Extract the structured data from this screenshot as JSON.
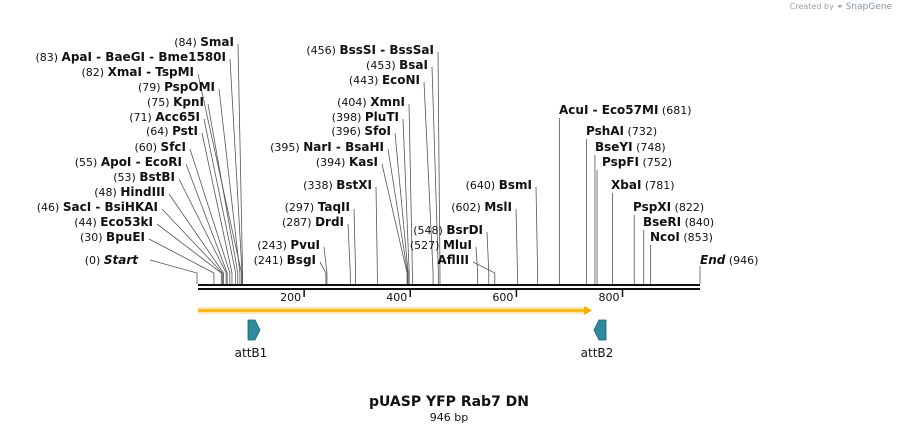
{
  "credit": {
    "prefix": "Created by",
    "brand": "SnapGene"
  },
  "plasmid": {
    "name": "pUASP YFP Rab7 DN",
    "length_label": "946 bp",
    "length": 946
  },
  "ruler_ticks": [
    {
      "pos": 200,
      "label": "200"
    },
    {
      "pos": 400,
      "label": "400"
    },
    {
      "pos": 600,
      "label": "600"
    },
    {
      "pos": 800,
      "label": "800"
    }
  ],
  "ends": [
    {
      "pos": 0,
      "num": "(0)",
      "name": "Start",
      "side": "left"
    },
    {
      "pos": 946,
      "num": "(946)",
      "name": "End",
      "side": "right"
    }
  ],
  "sites": [
    {
      "pos": 30,
      "num": "(30)",
      "name": "BpuEI",
      "side": "left"
    },
    {
      "pos": 44,
      "num": "(44)",
      "name": "Eco53kI",
      "side": "left"
    },
    {
      "pos": 46,
      "num": "(46)",
      "name": "SacI  - BsiHKAI",
      "side": "left"
    },
    {
      "pos": 48,
      "num": "(48)",
      "name": "HindIII",
      "side": "left"
    },
    {
      "pos": 53,
      "num": "(53)",
      "name": "BstBI",
      "side": "left"
    },
    {
      "pos": 55,
      "num": "(55)",
      "name": "ApoI  - EcoRI",
      "side": "left"
    },
    {
      "pos": 60,
      "num": "(60)",
      "name": "SfcI",
      "side": "left"
    },
    {
      "pos": 64,
      "num": "(64)",
      "name": "PstI",
      "side": "left"
    },
    {
      "pos": 71,
      "num": "(71)",
      "name": "Acc65I",
      "side": "left"
    },
    {
      "pos": 75,
      "num": "(75)",
      "name": "KpnI",
      "side": "left"
    },
    {
      "pos": 79,
      "num": "(79)",
      "name": "PspOMI",
      "side": "left"
    },
    {
      "pos": 82,
      "num": "(82)",
      "name": "XmaI  - TspMI",
      "side": "left"
    },
    {
      "pos": 83,
      "num": "(83)",
      "name": "ApaI  - BaeGI  - Bme1580I",
      "side": "left"
    },
    {
      "pos": 84,
      "num": "(84)",
      "name": "SmaI",
      "side": "left"
    },
    {
      "pos": 241,
      "num": "(241)",
      "name": "BsgI",
      "side": "left"
    },
    {
      "pos": 243,
      "num": "(243)",
      "name": "PvuI",
      "side": "left"
    },
    {
      "pos": 287,
      "num": "(287)",
      "name": "DrdI",
      "side": "left"
    },
    {
      "pos": 297,
      "num": "(297)",
      "name": "TaqII",
      "side": "left"
    },
    {
      "pos": 338,
      "num": "(338)",
      "name": "BstXI",
      "side": "left"
    },
    {
      "pos": 394,
      "num": "(394)",
      "name": "KasI",
      "side": "left"
    },
    {
      "pos": 395,
      "num": "(395)",
      "name": "NarI  - BsaHI",
      "side": "left"
    },
    {
      "pos": 396,
      "num": "(396)",
      "name": "SfoI",
      "side": "left"
    },
    {
      "pos": 398,
      "num": "(398)",
      "name": "PluTI",
      "side": "left"
    },
    {
      "pos": 404,
      "num": "(404)",
      "name": "XmnI",
      "side": "left"
    },
    {
      "pos": 443,
      "num": "(443)",
      "name": "EcoNI",
      "side": "left"
    },
    {
      "pos": 453,
      "num": "(453)",
      "name": "BsaI",
      "side": "left"
    },
    {
      "pos": 456,
      "num": "(456)",
      "name": "BssSI  - BssSaI",
      "side": "left"
    },
    {
      "pos": 527,
      "num": "(527)",
      "name": "MluI",
      "side": "left"
    },
    {
      "pos": 548,
      "num": "(548)",
      "name": "BsrDI",
      "side": "left"
    },
    {
      "pos": 0,
      "num": "",
      "name": "AflIII",
      "side": "left"
    },
    {
      "pos": 602,
      "num": "(602)",
      "name": "MslI",
      "side": "left"
    },
    {
      "pos": 640,
      "num": "(640)",
      "name": "BsmI",
      "side": "left"
    },
    {
      "pos": 681,
      "num": "(681)",
      "name": "AcuI  - Eco57MI",
      "side": "right"
    },
    {
      "pos": 732,
      "num": "(732)",
      "name": "PshAI",
      "side": "right"
    },
    {
      "pos": 748,
      "num": "(748)",
      "name": "BseYI",
      "side": "right"
    },
    {
      "pos": 752,
      "num": "(752)",
      "name": "PspFI",
      "side": "right"
    },
    {
      "pos": 781,
      "num": "(781)",
      "name": "XbaI",
      "side": "right"
    },
    {
      "pos": 822,
      "num": "(822)",
      "name": "PspXI",
      "side": "right"
    },
    {
      "pos": 840,
      "num": "(840)",
      "name": "BseRI",
      "side": "right"
    },
    {
      "pos": 853,
      "num": "(853)",
      "name": "NcoI",
      "side": "right"
    }
  ],
  "features": [
    {
      "name": "attB1",
      "direction": "forward",
      "color": "#2e8a9c"
    },
    {
      "name": "attB2",
      "direction": "reverse",
      "color": "#2e8a9c"
    }
  ],
  "orf_arrow": {
    "color": "#f6b400",
    "direction": "forward"
  },
  "colors": {
    "backbone": "#111111",
    "leader": "#555555",
    "label": "#111111"
  }
}
